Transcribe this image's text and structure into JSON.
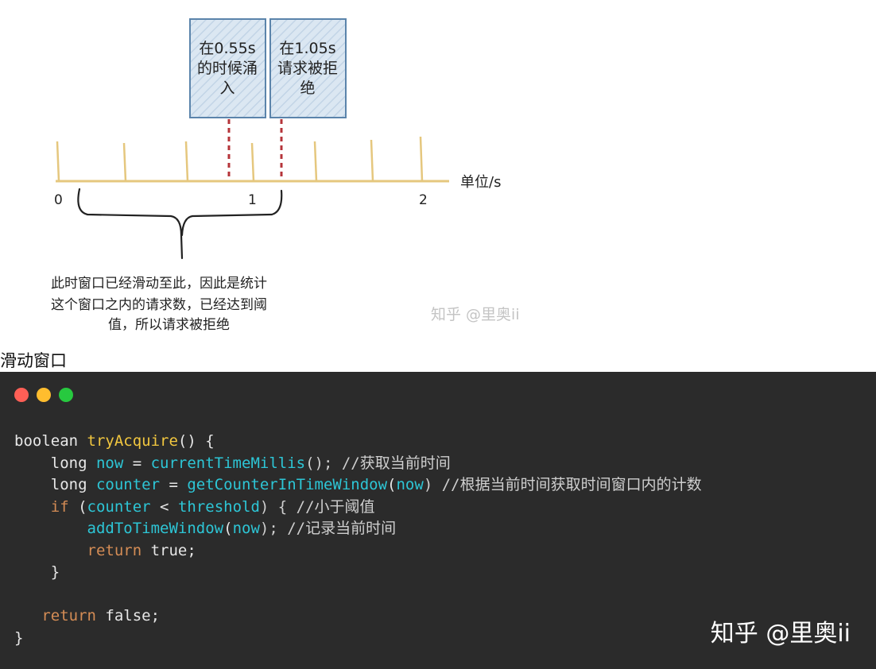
{
  "diagram": {
    "box1_lines": [
      "在0.55s",
      "的时候涌",
      "入"
    ],
    "box2_lines": [
      "在1.05s",
      "请求被拒",
      "绝"
    ],
    "axis_unit": "单位/s",
    "tick_0": "0",
    "tick_1": "1",
    "tick_2": "2",
    "note_lines": [
      "此时窗口已经滑动至此，因此是统计",
      "这个窗口之内的请求数，已经达到阈",
      "值，所以请求被拒绝"
    ],
    "watermark": "知乎 @里奥ii",
    "colors": {
      "axis": "#e5c77e",
      "box_fill": "#dbe7f2",
      "box_stroke": "#5b84ab",
      "dash": "#b5343a"
    }
  },
  "caption": "滑动窗口",
  "code_panel": {
    "dots": [
      "#ff5f56",
      "#ffbd2e",
      "#27c93f"
    ],
    "watermark": "知乎 @里奥ii",
    "lines": {
      "l1": {
        "a": "boolean ",
        "b": "tryAcquire",
        "c": "() {"
      },
      "l2": {
        "a": "    long ",
        "b": "now",
        "c": " = ",
        "d": "currentTimeMillis",
        "e": "(); //获取当前时间"
      },
      "l3": {
        "a": "    long ",
        "b": "counter",
        "c": " = ",
        "d": "getCounterInTimeWindow",
        "e": "(",
        "f": "now",
        "g": ") //根据当前时间获取时间窗口内的计数"
      },
      "l4": {
        "a": "    if",
        "b": " (",
        "c": "counter",
        "d": " < ",
        "e": "threshold",
        "f": ") { //小于阈值"
      },
      "l5": {
        "a": "        ",
        "b": "addToTimeWindow",
        "c": "(",
        "d": "now",
        "e": "); //记录当前时间"
      },
      "l6": {
        "a": "        return",
        "b": " true;"
      },
      "l7": {
        "a": "    }"
      },
      "l9": {
        "a": "   return",
        "b": " false;"
      },
      "l10": {
        "a": "}"
      }
    }
  }
}
